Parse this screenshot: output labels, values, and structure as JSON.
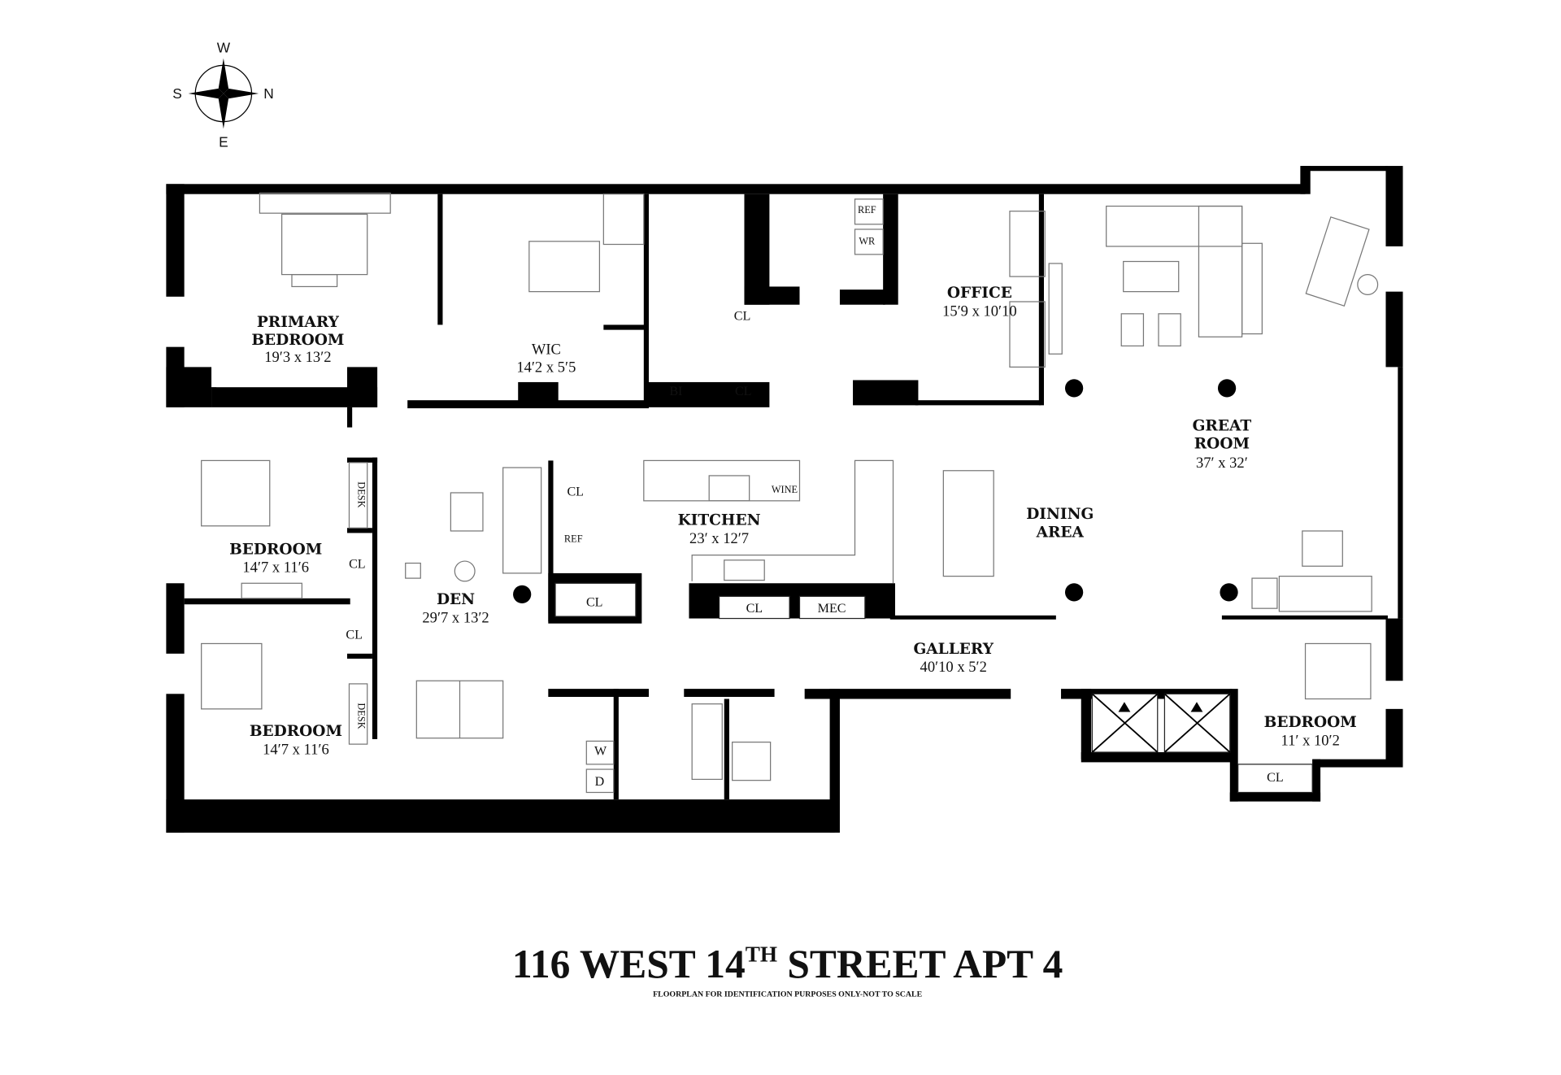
{
  "compass": {
    "north": "N",
    "south": "S",
    "east": "E",
    "west": "W"
  },
  "rooms": {
    "primary_bedroom": {
      "name_line1": "PRIMARY",
      "name_line2": "BEDROOM",
      "dims": "19′3 x 13′2"
    },
    "wic": {
      "name": "WIC",
      "dims": "14′2 x 5′5"
    },
    "office": {
      "name": "OFFICE",
      "dims": "15′9 x 10′10"
    },
    "great_room": {
      "name_line1": "GREAT",
      "name_line2": "ROOM",
      "dims": "37′ x 32′"
    },
    "bedroom_2": {
      "name": "BEDROOM",
      "dims": "14′7 x 11′6"
    },
    "bedroom_3": {
      "name": "BEDROOM",
      "dims": "14′7 x 11′6"
    },
    "bedroom_4": {
      "name": "BEDROOM",
      "dims": "11′ x 10′2"
    },
    "den": {
      "name": "DEN",
      "dims": "29′7 x 13′2"
    },
    "kitchen": {
      "name": "KITCHEN",
      "dims": "23′ x 12′7"
    },
    "dining": {
      "name_line1": "DINING",
      "name_line2": "AREA"
    },
    "gallery": {
      "name": "GALLERY",
      "dims": "40′10 x 5′2"
    }
  },
  "fixtures": {
    "cl": "CL",
    "bi": "BI",
    "desk": "DESK",
    "ref": "REF",
    "wr": "WR",
    "wine": "WINE",
    "mec": "MEC",
    "washer": "W",
    "dryer": "D"
  },
  "footer": {
    "title_main": "116 WEST 14",
    "title_sup": "TH",
    "title_rest": " STREET APT 4",
    "subtitle": "FLOORPLAN FOR IDENTIFICATION PURPOSES ONLY-NOT TO SCALE"
  }
}
